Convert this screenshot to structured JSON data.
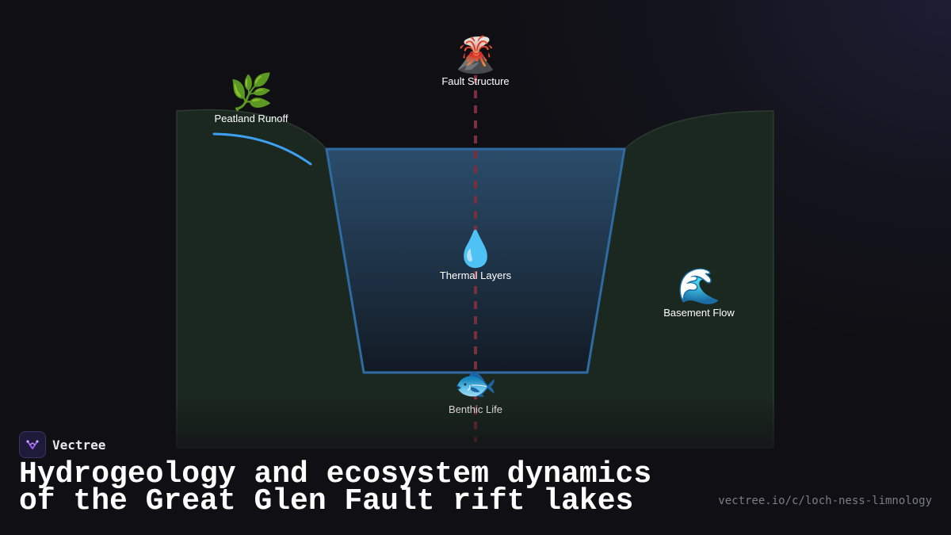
{
  "diagram": {
    "nodes": {
      "fault": {
        "icon": "volcano-icon",
        "emoji": "🌋",
        "label": "Fault Structure"
      },
      "peatland": {
        "icon": "herb-icon",
        "emoji": "🌿",
        "label": "Peatland Runoff"
      },
      "thermal": {
        "icon": "droplet-icon",
        "emoji": "💧",
        "label": "Thermal Layers"
      },
      "basement": {
        "icon": "wave-icon",
        "emoji": "🌊",
        "label": "Basement Flow"
      },
      "benthic": {
        "icon": "fish-icon",
        "emoji": "🐟",
        "label": "Benthic Life"
      }
    },
    "colors": {
      "terrain": "#1b2820",
      "water_top": "#2b4d6b",
      "water_bottom": "#121a24",
      "water_outline": "#2f6aa3",
      "fault_line": "#7a2f3e",
      "runoff": "#3ea0f0",
      "background": "#101014"
    }
  },
  "brand": {
    "name": "Vectree",
    "logo_icon": "vectree-logo-icon",
    "accent": "#9b5cf0"
  },
  "title": "Hydrogeology and ecosystem dynamics of the Great Glen Fault rift lakes",
  "url": "vectree.io/c/loch-ness-limnology"
}
